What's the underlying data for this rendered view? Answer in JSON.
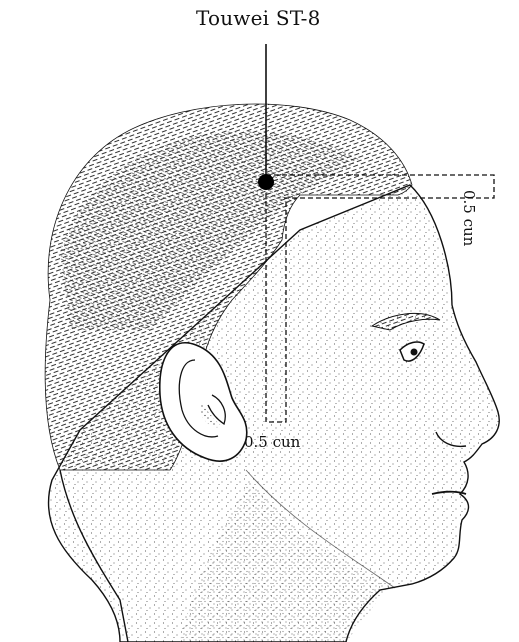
{
  "point": {
    "name": "Touwei ST-8",
    "marker_color": "#000000"
  },
  "measurements": {
    "lateral": "0.5 cun",
    "vertical": "0.5 cun"
  },
  "colors": {
    "ink": "#111111",
    "background": "#ffffff"
  }
}
